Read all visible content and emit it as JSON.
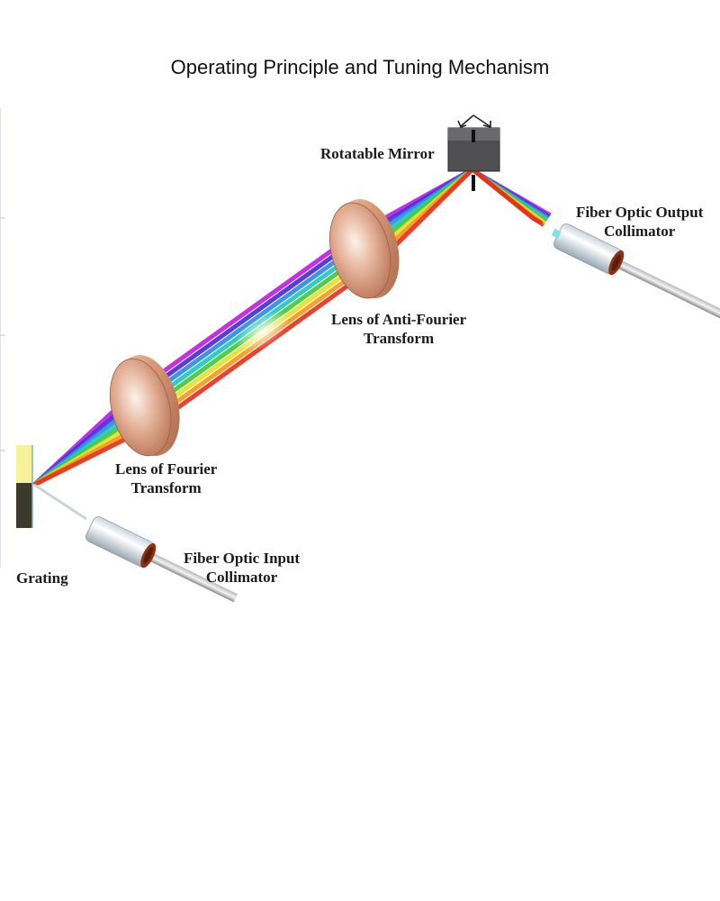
{
  "page": {
    "title": "Operating Principle and Tuning Mechanism"
  },
  "labels": {
    "rotatable_mirror": "Rotatable Mirror",
    "output_collimator": {
      "line1": "Fiber Optic Output",
      "line2": "Collimator"
    },
    "anti_fourier_lens": {
      "line1": "Lens of Anti-Fourier",
      "line2": "Transform"
    },
    "fourier_lens": {
      "line1": "Lens of Fourier",
      "line2": "Transform"
    },
    "input_collimator": {
      "line1": "Fiber Optic Input",
      "line2": "Collimator"
    },
    "grating": "Grating"
  },
  "colors": {
    "spectrum": [
      "#c01fe0",
      "#4a2cd8",
      "#2f8be6",
      "#24c7c0",
      "#42c93a",
      "#e6e02a",
      "#f39a1e",
      "#e8321c"
    ],
    "lens": "#d79a7a",
    "mirror": "#4a4a4c",
    "collimator": "#e9eef3",
    "grating_top": "#f6f29a",
    "grating_bottom": "#3c3a2a"
  }
}
